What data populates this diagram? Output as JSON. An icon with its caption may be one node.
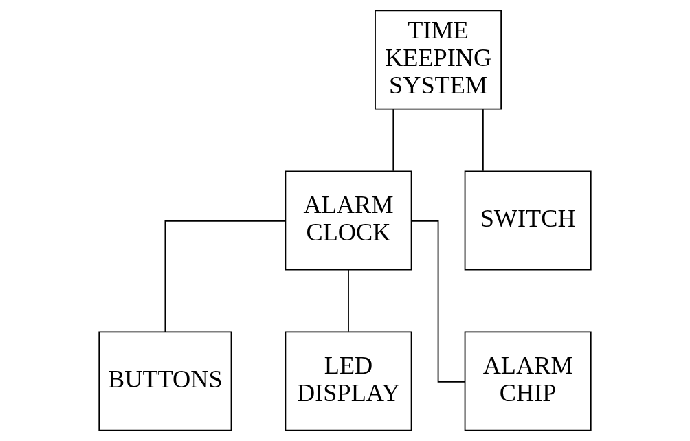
{
  "diagram": {
    "nodes": [
      {
        "text": [
          "TIME KEEPING SYSTEM"
        ]
      },
      {
        "text": [
          "ALARM CLOCK"
        ]
      },
      {
        "text": [
          "SWITCH"
        ]
      },
      {
        "text": [
          "BUTTONS"
        ]
      },
      {
        "text": [
          "LED DISPLAY"
        ]
      },
      {
        "text": [
          "ALARM CHIP"
        ]
      }
    ],
    "edges": [
      {
        "from": 0,
        "to": 1,
        "arrow": "none"
      },
      {
        "from": 0,
        "to": 2,
        "arrow": "none"
      },
      {
        "from": 1,
        "to": 3,
        "arrow": "none"
      },
      {
        "from": 1,
        "to": 4,
        "arrow": "none"
      },
      {
        "from": 1,
        "to": 5,
        "arrow": "none"
      }
    ]
  }
}
